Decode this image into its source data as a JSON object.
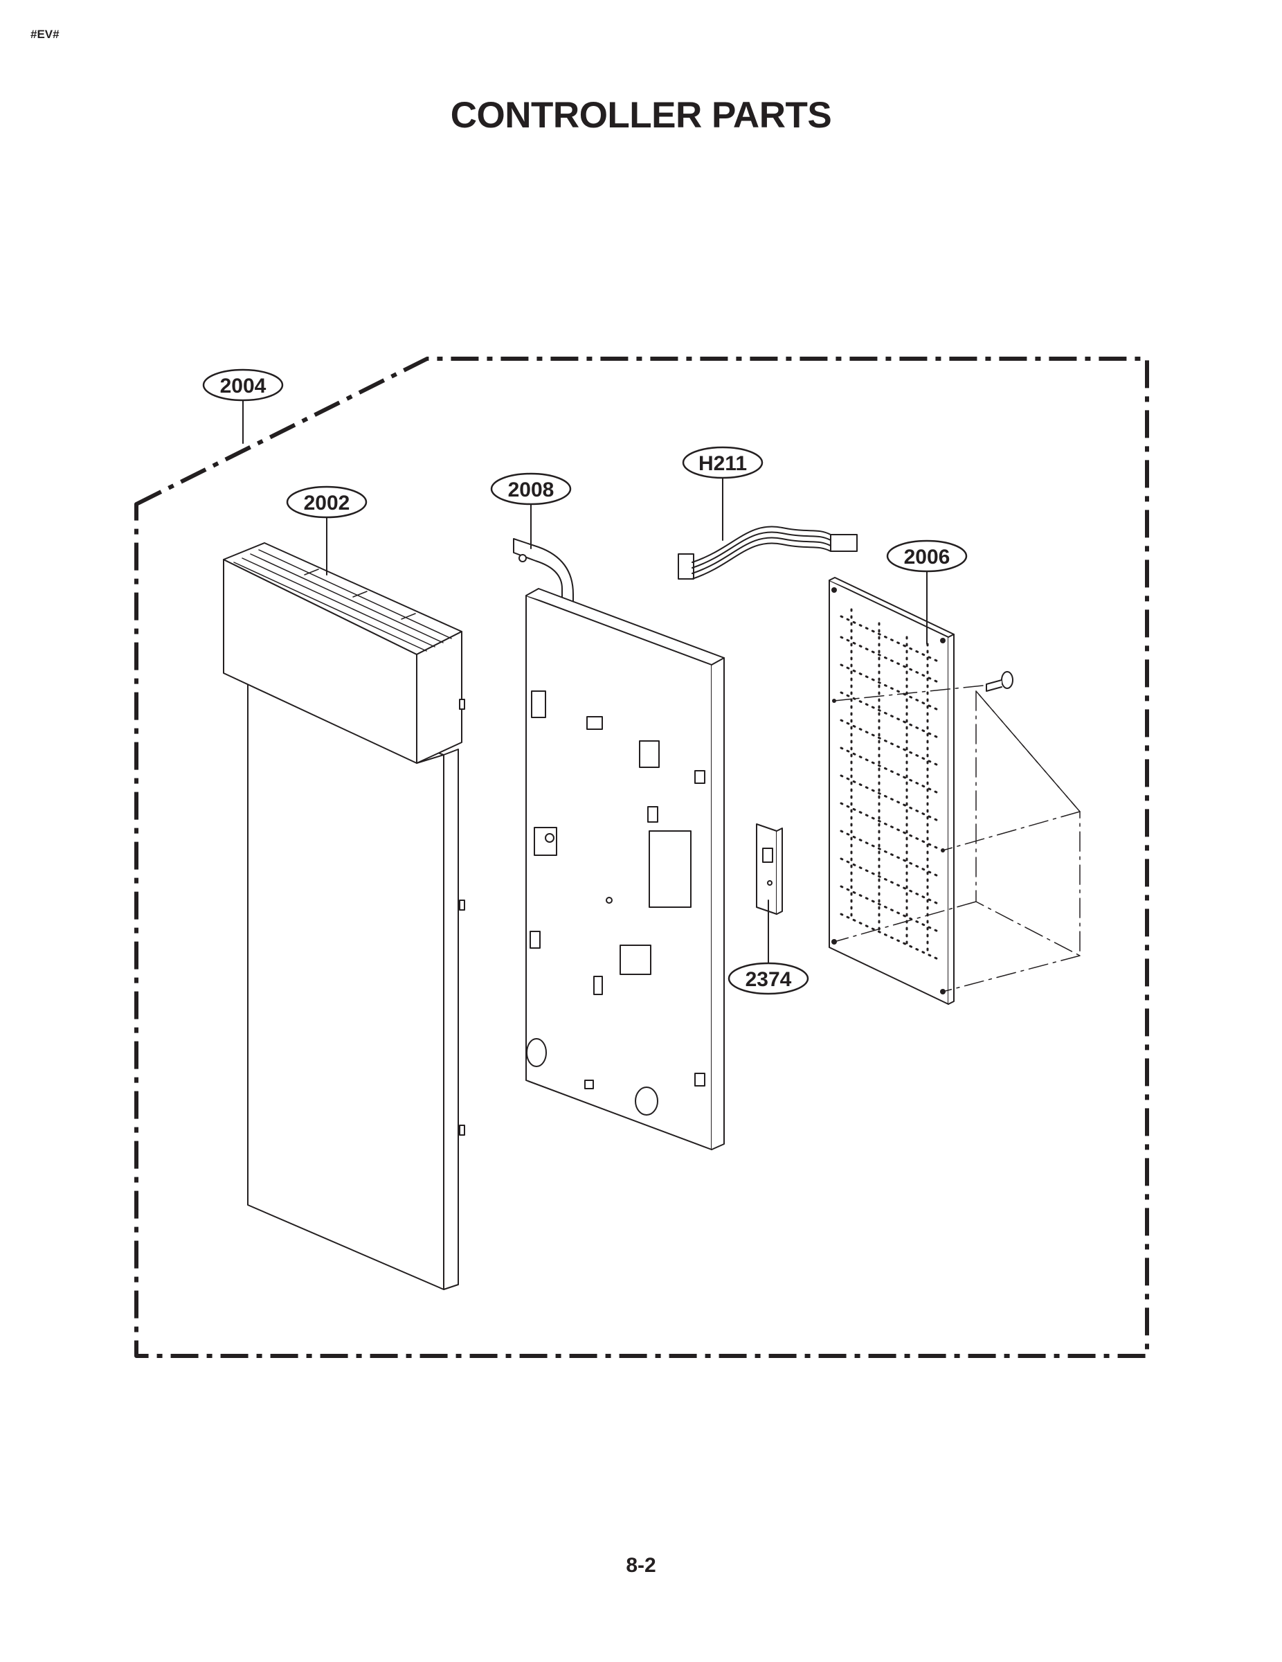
{
  "header": {
    "corner_mark": "#EV#",
    "title": "CONTROLLER PARTS"
  },
  "callouts": [
    {
      "id": "c-2004",
      "label": "2004"
    },
    {
      "id": "c-2002",
      "label": "2002"
    },
    {
      "id": "c-2008",
      "label": "2008"
    },
    {
      "id": "c-H211",
      "label": "H211"
    },
    {
      "id": "c-2006",
      "label": "2006"
    },
    {
      "id": "c-2374",
      "label": "2374"
    }
  ],
  "footer": {
    "page_number": "8-2"
  }
}
